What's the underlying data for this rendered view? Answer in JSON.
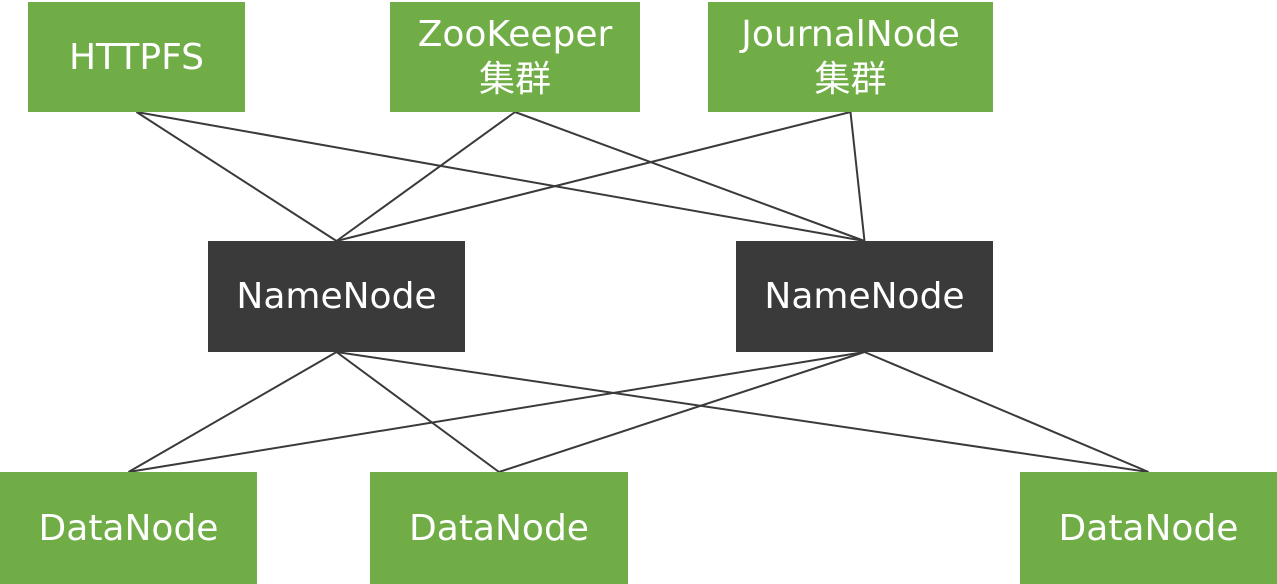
{
  "colors": {
    "top_nodes": "#70ad47",
    "name_nodes": "#3a3a3a",
    "data_nodes": "#70ad47",
    "edges": "#3a3a3a",
    "text": "#ffffff"
  },
  "nodes": {
    "httpfs": {
      "label": "HTTPFS"
    },
    "zookeeper": {
      "label": "ZooKeeper\n集群"
    },
    "journalnode": {
      "label": "JournalNode\n集群"
    },
    "namenode_1": {
      "label": "NameNode"
    },
    "namenode_2": {
      "label": "NameNode"
    },
    "datanode_1": {
      "label": "DataNode"
    },
    "datanode_2": {
      "label": "DataNode"
    },
    "datanode_3": {
      "label": "DataNode"
    }
  },
  "edges": [
    [
      "httpfs",
      "namenode_1"
    ],
    [
      "httpfs",
      "namenode_2"
    ],
    [
      "zookeeper",
      "namenode_1"
    ],
    [
      "zookeeper",
      "namenode_2"
    ],
    [
      "journalnode",
      "namenode_1"
    ],
    [
      "journalnode",
      "namenode_2"
    ],
    [
      "namenode_1",
      "datanode_1"
    ],
    [
      "namenode_1",
      "datanode_2"
    ],
    [
      "namenode_1",
      "datanode_3"
    ],
    [
      "namenode_2",
      "datanode_1"
    ],
    [
      "namenode_2",
      "datanode_2"
    ],
    [
      "namenode_2",
      "datanode_3"
    ]
  ]
}
